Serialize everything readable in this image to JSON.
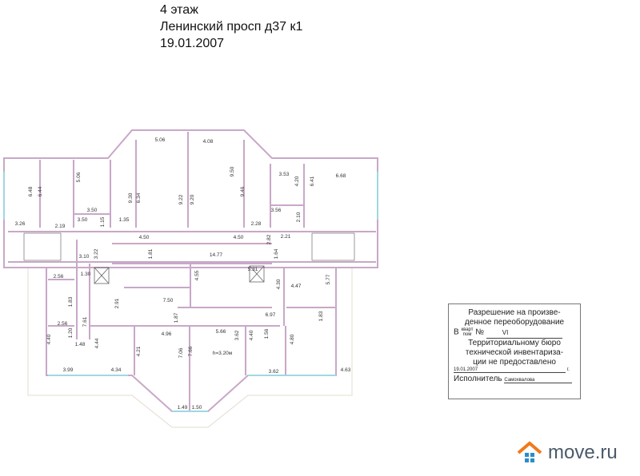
{
  "header": {
    "floor": "4 этаж",
    "address": "Ленинский просп д37 к1",
    "date": "19.01.2007"
  },
  "plan": {
    "dimensions": [
      "5.06",
      "4.08",
      "6.48",
      "6.44",
      "5.06",
      "3.50",
      "3.26",
      "2.19",
      "3.50",
      "1.15",
      "1.35",
      "9.30",
      "6.34",
      "9.22",
      "9.20",
      "9.50",
      "9.46",
      "2.28",
      "3.53",
      "4.20",
      "6.41",
      "6.68",
      "3.56",
      "2.10",
      "4.50",
      "4.50",
      "2.82",
      "2.21",
      "3.10",
      "3.22",
      "1.81",
      "14.77",
      "1.64",
      "1.30",
      "2.56",
      "5.31",
      "4.55",
      "4.30",
      "4.47",
      "5.77",
      "1.83",
      "2.91",
      "7.50",
      "2.56",
      "7.61",
      "1.87",
      "6.97",
      "1.83",
      "1.20",
      "4.40",
      "4.44",
      "1.48",
      "4.96",
      "5.66",
      "3.62",
      "4.40",
      "1.56",
      "4.80",
      "4.21",
      "7.06",
      "7.66",
      "h=3.20м",
      "3.99",
      "4.34",
      "3.62",
      "4.63",
      "1.49",
      "1.50"
    ],
    "colors": {
      "wall": "#c8a8c8",
      "window": "#9fd8e0",
      "outline": "#e0d8cc"
    }
  },
  "stamp": {
    "line1": "Разрешение на произве-",
    "line2": "денное переоборудование",
    "prefix": "В",
    "frac_top": "кварт",
    "frac_bottom": "пом",
    "number_label": "№",
    "number": "VI",
    "line4": "Территориальному бюро",
    "line5": "технической инвентариза-",
    "line6": "ции не предоставлено",
    "date": "19.01.2007",
    "year_suffix": "г.",
    "executor_label": "Исполнитель",
    "executor": "Самохвалова"
  },
  "logo": {
    "text": "move.ru",
    "icon": "house-icon",
    "colors": {
      "roof": "#f07a1a",
      "window": "#2a8ec8"
    }
  }
}
